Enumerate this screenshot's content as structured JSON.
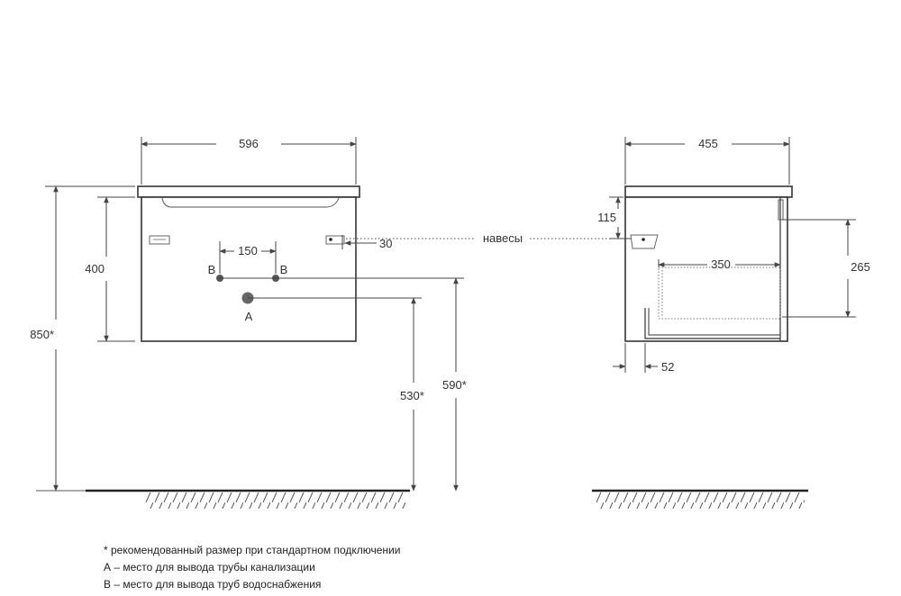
{
  "dimensions": {
    "width_front": "596",
    "width_side": "455",
    "height_total": "850*",
    "height_body": "400",
    "outlet_spacing": "150",
    "hanger_offset": "30",
    "hanger_drop": "115",
    "drain_height": "530*",
    "supply_height": "590*",
    "drawer_depth": "350",
    "drawer_height": "265",
    "back_offset": "52"
  },
  "labels": {
    "outlet_a": "A",
    "outlet_b_left": "B",
    "outlet_b_right": "B",
    "hangers": "навесы"
  },
  "notes": [
    "* рекомендованный размер при стандартном подключении",
    "А – место для вывода трубы канализации",
    "B – место для вывода труб водоснабжения"
  ]
}
